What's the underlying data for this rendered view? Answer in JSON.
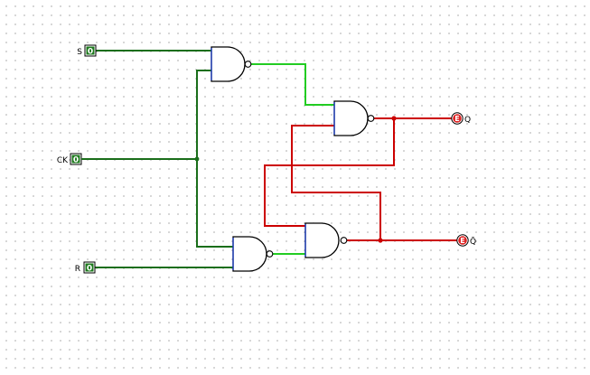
{
  "colors": {
    "wire_low": "#1a6e1a",
    "wire_high_green": "#22cc22",
    "wire_high_red": "#cc0000",
    "input_pin_fill": "#1e7a1e",
    "output_led_fill": "#dd2222"
  },
  "inputs": [
    {
      "id": "S",
      "label": "S",
      "value": "0"
    },
    {
      "id": "CK",
      "label": "CK",
      "value": "0"
    },
    {
      "id": "R",
      "label": "R",
      "value": "0"
    }
  ],
  "outputs": [
    {
      "id": "Q",
      "label": "Q",
      "value": "E"
    },
    {
      "id": "Qbar",
      "label": "Q̄",
      "value": "E"
    }
  ],
  "gates": [
    {
      "id": "nand-s",
      "type": "NAND"
    },
    {
      "id": "nand-r",
      "type": "NAND"
    },
    {
      "id": "nand-q",
      "type": "NAND"
    },
    {
      "id": "nand-qbar",
      "type": "NAND"
    }
  ]
}
